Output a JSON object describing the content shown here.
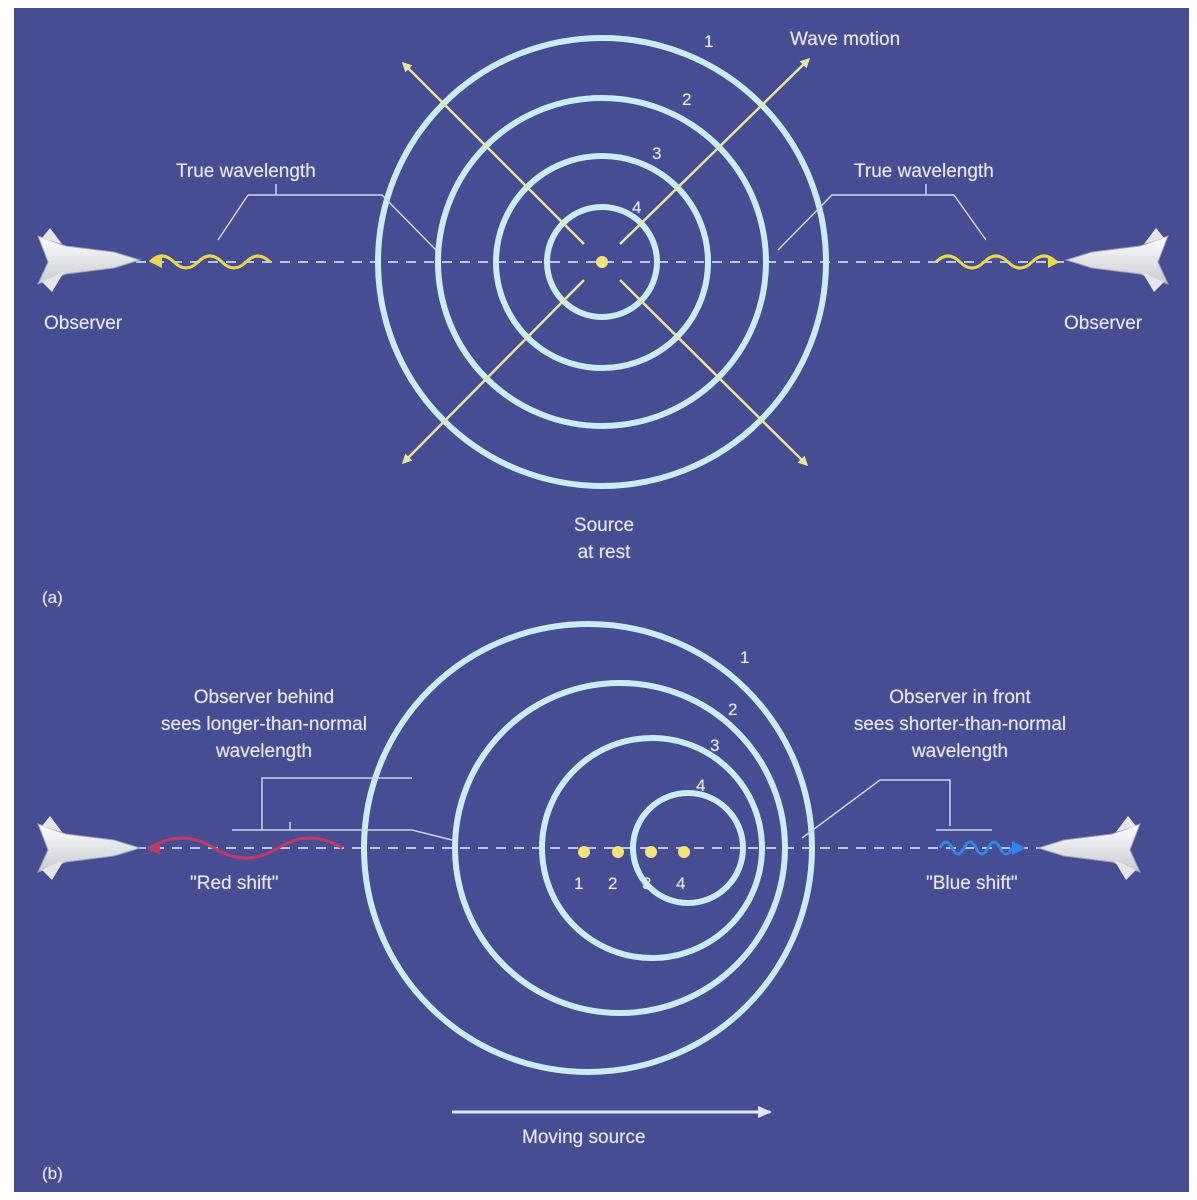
{
  "panel_a": {
    "label": "(a)",
    "wave_motion": "Wave motion",
    "true_wavelength_left": "True wavelength",
    "true_wavelength_right": "True wavelength",
    "observer_left": "Observer",
    "observer_right": "Observer",
    "source_line1": "Source",
    "source_line2": "at rest",
    "crest_numbers": [
      "1",
      "2",
      "3",
      "4"
    ]
  },
  "panel_b": {
    "label": "(b)",
    "observer_behind": [
      "Observer behind",
      "sees longer-than-normal",
      "wavelength"
    ],
    "observer_front": [
      "Observer in front",
      "sees shorter-than-normal",
      "wavelength"
    ],
    "red_shift": "\"Red shift\"",
    "blue_shift": "\"Blue shift\"",
    "moving_source": "Moving source",
    "crest_numbers": [
      "1",
      "2",
      "3",
      "4"
    ],
    "source_positions": [
      "1",
      "2",
      "3",
      "4"
    ]
  },
  "colors": {
    "background": "#464d92",
    "wavefront": "#c9ecf6",
    "arrow": "#e9e4a0",
    "source_dot": "#f6e27a",
    "red_wave": "#c03a62",
    "blue_wave": "#2f86f0",
    "true_wave": "#e8d84a"
  }
}
